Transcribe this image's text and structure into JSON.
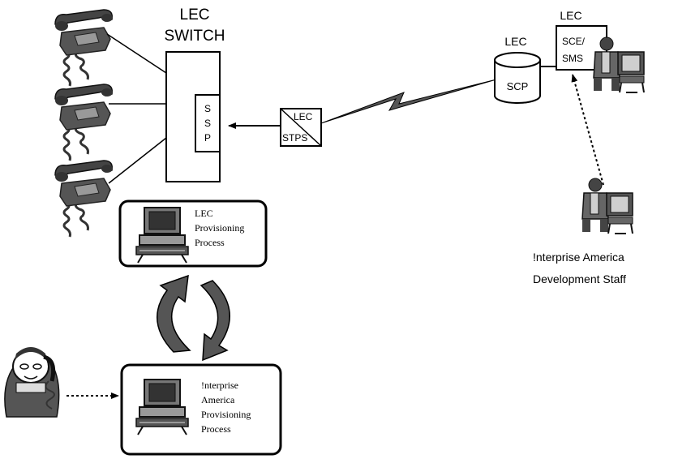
{
  "switch": {
    "title_line1": "LEC",
    "title_line2": "SWITCH",
    "ssp_letters": [
      "S",
      "S",
      "P"
    ]
  },
  "stp": {
    "line1": "LEC",
    "line2": "STPS"
  },
  "scp": {
    "owner_label": "LEC",
    "label": "SCP"
  },
  "sce": {
    "owner_label": "LEC",
    "line1": "SCE/",
    "line2": "SMS"
  },
  "dev_staff": {
    "line1": "!nterprise America",
    "line2": "Development Staff"
  },
  "lec_process": {
    "line1": "LEC",
    "line2": "Provisioning",
    "line3": "Process"
  },
  "ea_process": {
    "line1": "!nterprise",
    "line2": "America",
    "line3": "Provisioning",
    "line4": "Process"
  },
  "colors": {
    "ink": "#000000",
    "icon_dark": "#333333",
    "icon_mid": "#888888",
    "icon_light": "#cfcfcf"
  },
  "icons": {
    "telephone": "telephone-icon",
    "computer": "computer-icon",
    "person_at_workstation": "person-at-workstation-icon",
    "person_on_phone": "person-on-phone-icon"
  }
}
